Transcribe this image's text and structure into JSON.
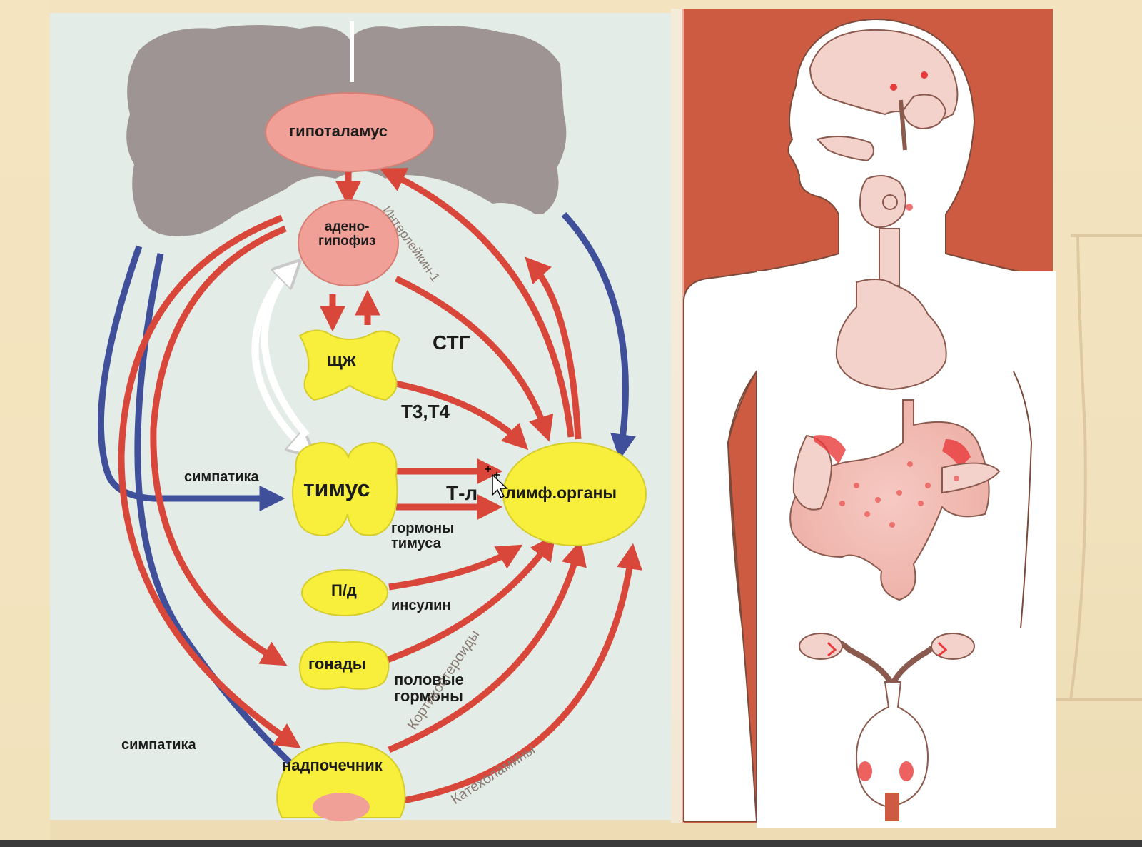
{
  "left_diagram": {
    "organs": {
      "hypothalamus": "гипоталамус",
      "adenohypophysis": "адено-\nгипофиз",
      "thyroid": "щж",
      "thymus": "тимус",
      "pancreas": "П/д",
      "gonads": "гонады",
      "adrenal": "надпочечник",
      "lymph_organs": "лимф.органы"
    },
    "hormones": {
      "stg": "СТГ",
      "t3t4": "Т3,Т4",
      "t_lymph": "Т-л",
      "thymus_hormones": "гормоны\nтимуса",
      "insulin": "инсулин",
      "sex_hormones": "половые\nгормоны",
      "corticosteroids": "Кортикостероиды",
      "catecholamines": "Катехоламины",
      "interleukin": "Интерлейкин-1"
    },
    "nerves": {
      "sympathetic_thymus": "симпатика",
      "sympathetic_adrenal": "симпатика"
    },
    "colors": {
      "panel_bg": "#e3ece7",
      "brain": "#9d9493",
      "organ_pink": "#f0a096",
      "organ_yellow": "#f7ef3c",
      "arrow_red": "#d9473a",
      "arrow_blue": "#3f4f9a"
    }
  },
  "right_figure": {
    "colors": {
      "panel_bg": "#cd5b42",
      "body_fill": "#ffffff",
      "organ_fill": "#f4d2cc",
      "gland_red": "#e83a3a"
    }
  }
}
